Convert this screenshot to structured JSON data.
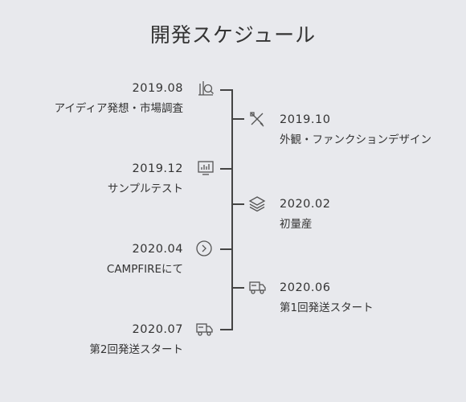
{
  "title": "開発スケジュール",
  "colors": {
    "background": "#e8e9ed",
    "line": "#444444",
    "text": "#333333"
  },
  "milestones": [
    {
      "date": "2019.08",
      "label": "アイディア発想・市場調査",
      "side": "left",
      "icon": "chart-search-icon"
    },
    {
      "date": "2019.10",
      "label": "外観・ファンクションデザイン",
      "side": "right",
      "icon": "design-tools-icon"
    },
    {
      "date": "2019.12",
      "label": "サンプルテスト",
      "side": "left",
      "icon": "monitor-chart-icon"
    },
    {
      "date": "2020.02",
      "label": "初量産",
      "side": "right",
      "icon": "layers-icon"
    },
    {
      "date": "2020.04",
      "label": "CAMPFIREにて",
      "side": "left",
      "icon": "arrow-circle-icon"
    },
    {
      "date": "2020.06",
      "label": "第1回発送スタート",
      "side": "right",
      "icon": "delivery-truck-icon"
    },
    {
      "date": "2020.07",
      "label": "第2回発送スタート",
      "side": "left",
      "icon": "delivery-truck-icon"
    }
  ]
}
